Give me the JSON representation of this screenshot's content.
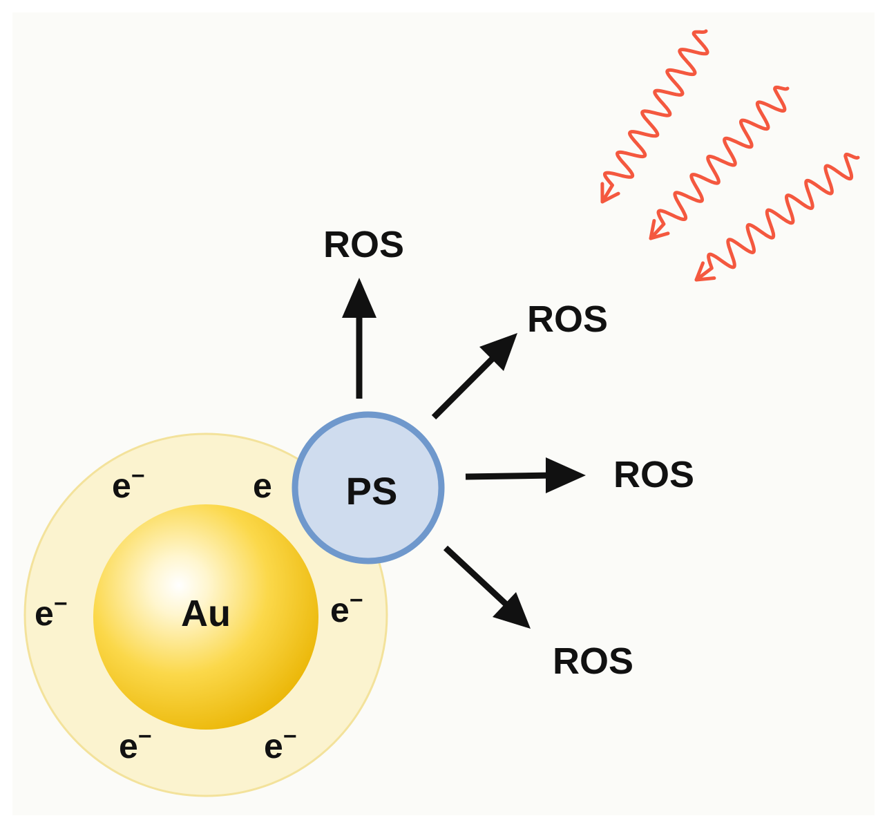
{
  "diagram": {
    "core_label": "Au",
    "ps_label": "PS",
    "ros_labels": [
      "ROS",
      "ROS",
      "ROS",
      "ROS"
    ],
    "electron_labels": [
      "e",
      "e",
      "e",
      "e",
      "e",
      "e"
    ],
    "electron_sup": [
      "−",
      "",
      "−",
      "−",
      "−",
      "−"
    ],
    "colors": {
      "shell": "#fbf3cf",
      "shell_stroke": "#f3e29b",
      "gold_light": "#ffffff",
      "gold_mid": "#fbd84a",
      "gold_dark": "#e9b300",
      "ps_fill": "#cfdcee",
      "ps_stroke": "#6f98cc",
      "light_waves": "#f4583f",
      "arrows": "#111111"
    },
    "icons": {
      "light_rays": "wavy-arrow",
      "ros_arrows": "arrow"
    }
  }
}
